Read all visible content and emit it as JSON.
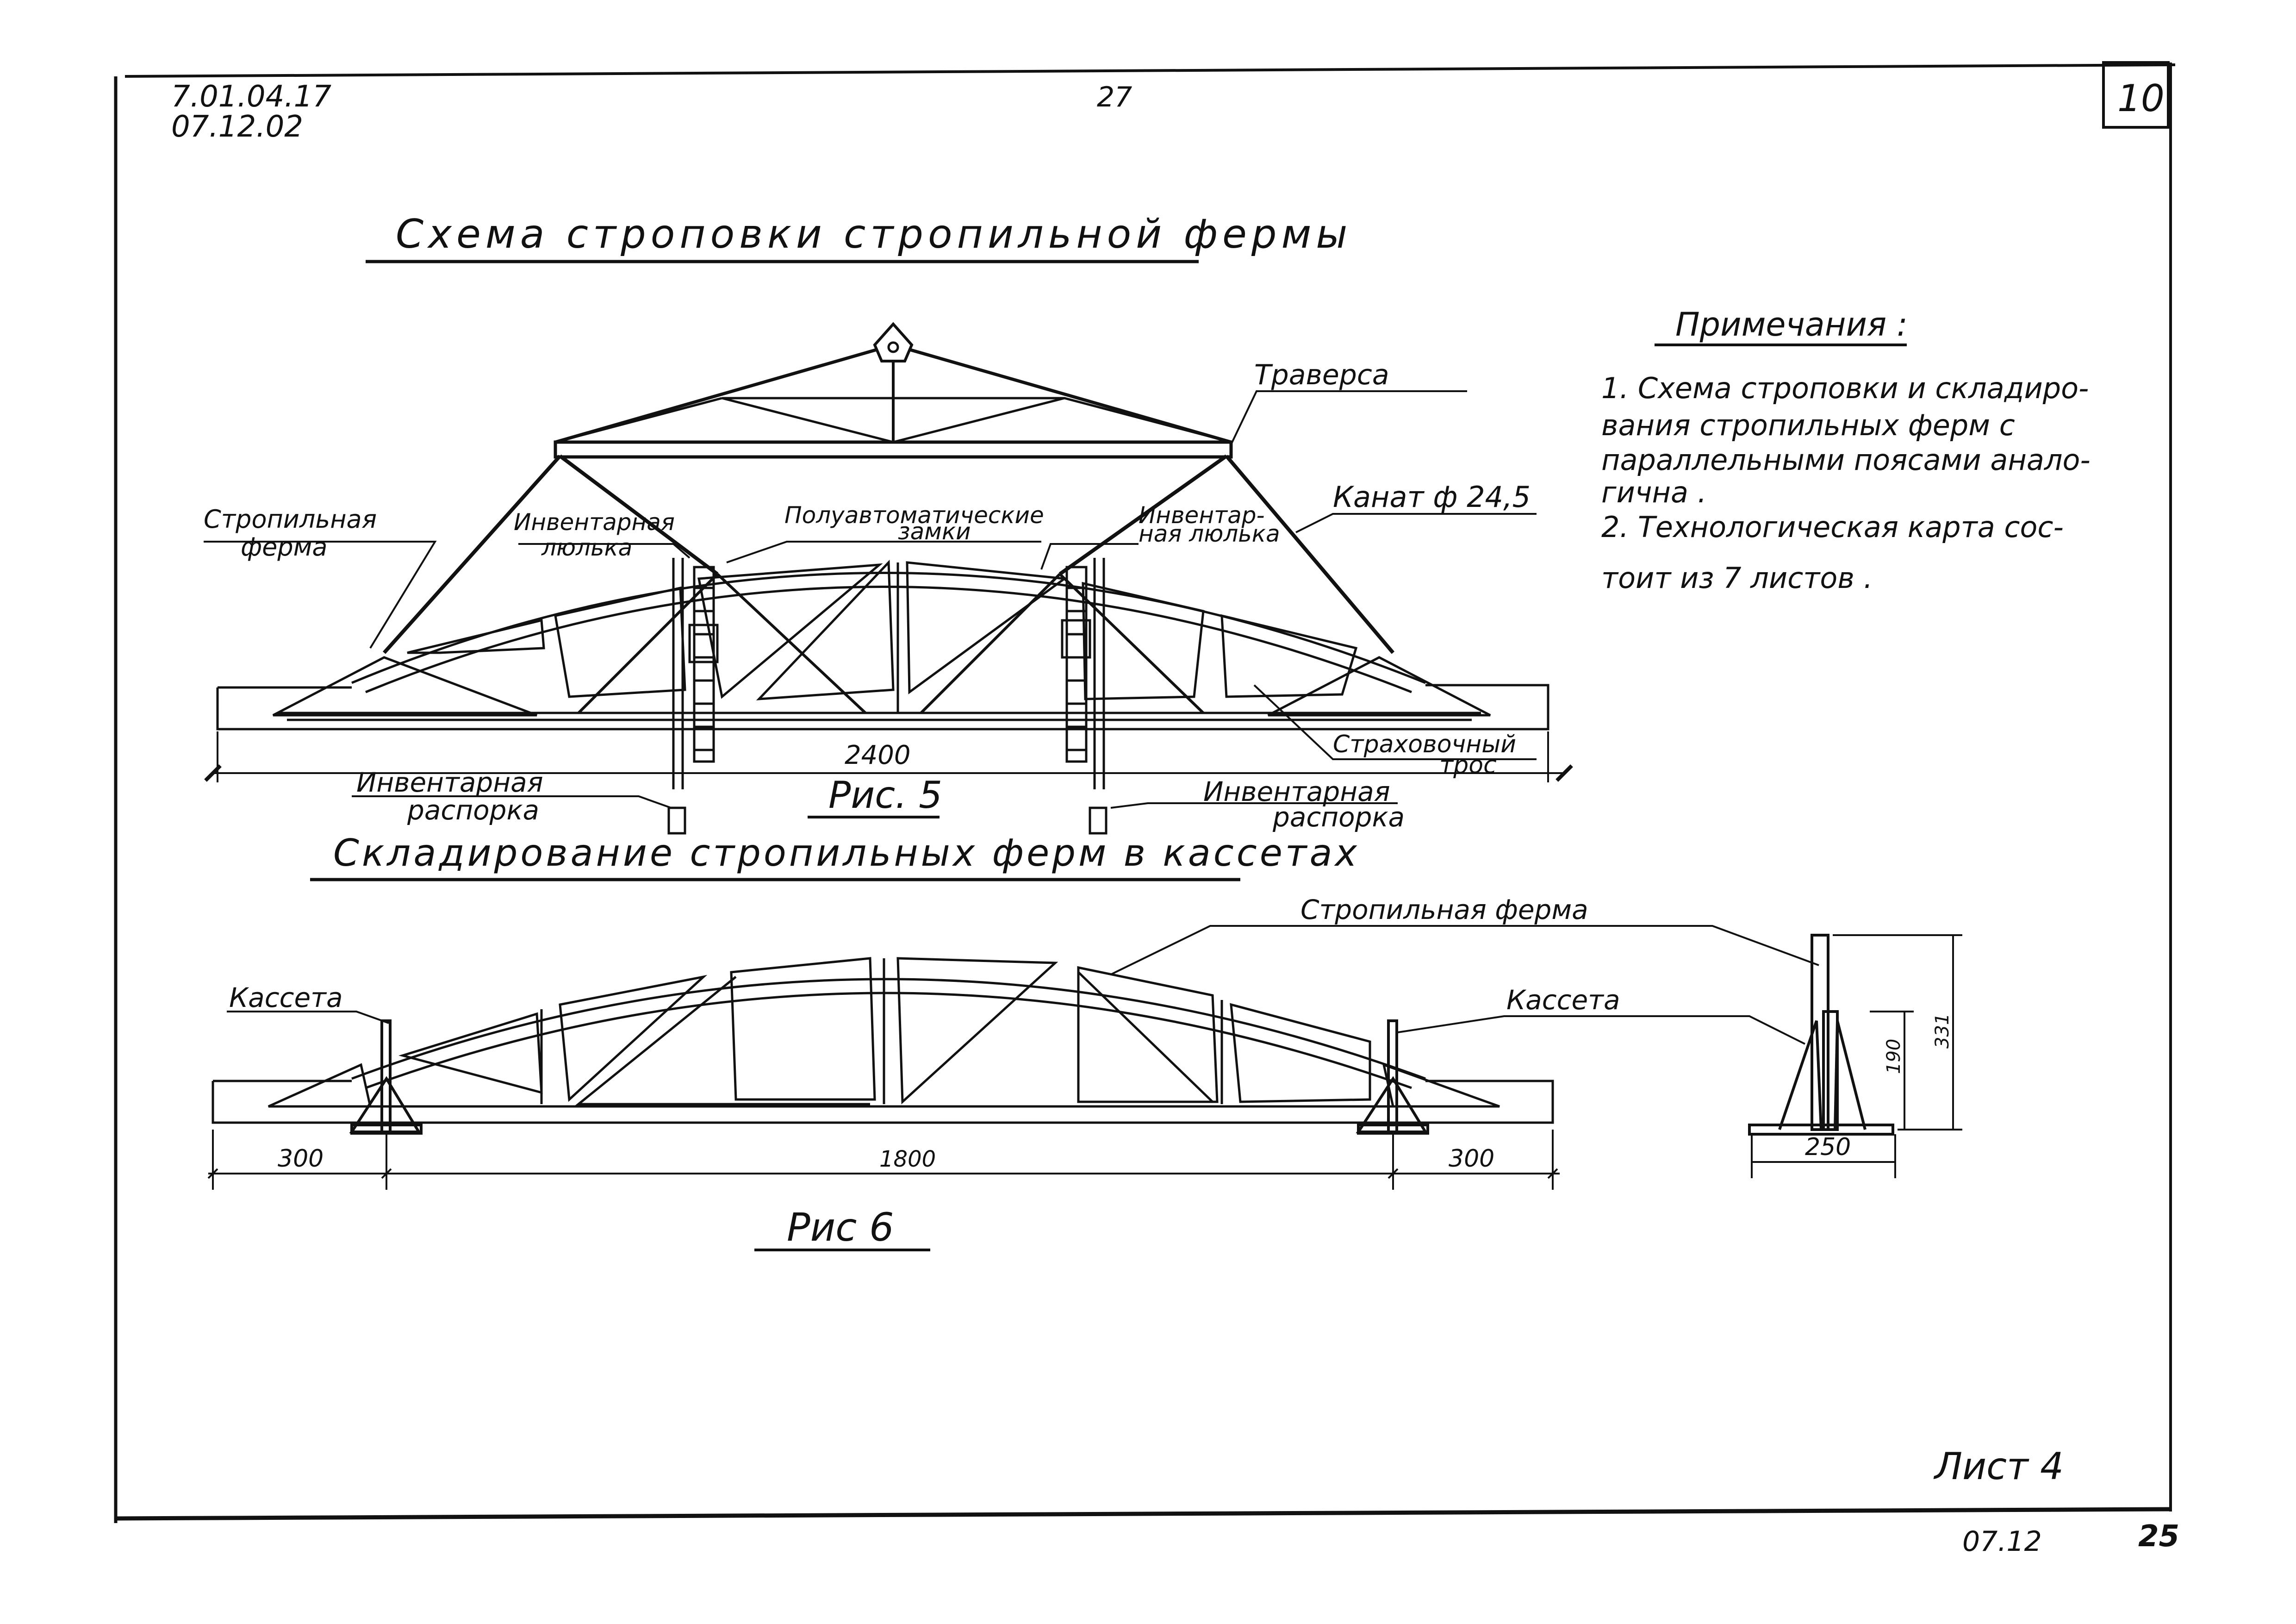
{
  "header": {
    "doc_code": "7.01.04.17",
    "doc_date": "07.12.02",
    "page_number": "27",
    "corner_mark": "10"
  },
  "fig5": {
    "title": "Схема строповки стропильной фермы",
    "caption": "Рис. 5",
    "labels": {
      "traverse": "Траверса",
      "truss_1": "Стропильная",
      "truss_2": "ферма",
      "cradle_left_1": "Инвентарная",
      "cradle_left_2": "люлька",
      "locks_1": "Полуавтоматические",
      "locks_2": "замки",
      "cradle_right_1": "Инвентар-",
      "cradle_right_2": "ная люлька",
      "rope": "Канат ф 24,5",
      "safety_rope_1": "Страховочный",
      "safety_rope_2": "трос",
      "spacer_left_1": "Инвентарная",
      "spacer_left_2": "распорка",
      "spacer_right_1": "Инвентарная",
      "spacer_right_2": "распорка"
    },
    "dimension_span": "2400"
  },
  "notes": {
    "title": "Примечания :",
    "lines": [
      "1. Схема строповки и складиро-",
      "вания стропильных ферм с",
      "параллельными поясами анало-",
      "гична .",
      "2. Технологическая карта сос-",
      "тоит из 7 листов ."
    ]
  },
  "fig6": {
    "title": "Складирование стропильных ферм в кассетах",
    "caption": "Рис 6",
    "labels": {
      "truss": "Стропильная ферма",
      "cassette_left": "Кассета",
      "cassette_right": "Кассета"
    },
    "dimensions": {
      "left": "300",
      "middle": "1800",
      "right": "300",
      "base": "250",
      "h_inner": "190",
      "h_outer": "331"
    }
  },
  "footer": {
    "sheet": "Лист 4",
    "date": "07.12",
    "number": "25"
  }
}
